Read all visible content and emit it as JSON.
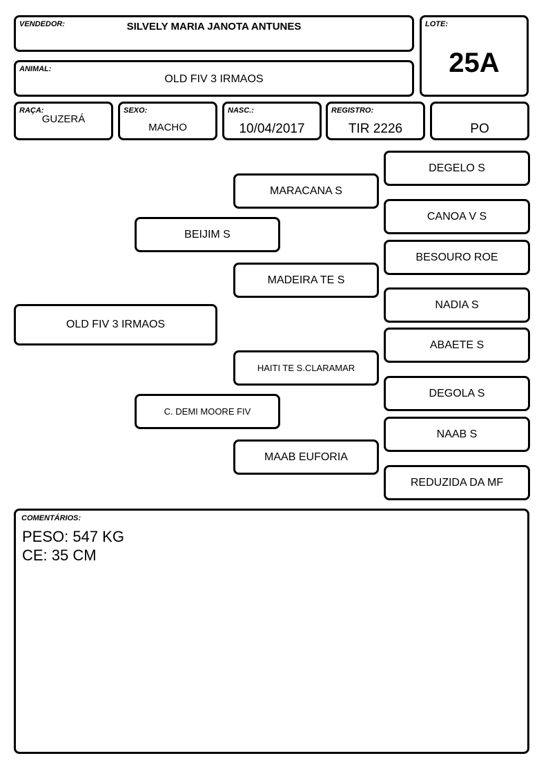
{
  "header": {
    "vendedor_label": "VENDEDOR:",
    "vendedor": "SILVELY MARIA JANOTA ANTUNES",
    "lote_label": "LOTE:",
    "lote": "25A",
    "animal_label": "ANIMAL:",
    "animal": "OLD FIV 3 IRMAOS"
  },
  "details": {
    "raca_label": "RAÇA:",
    "raca": "GUZERÁ",
    "sexo_label": "SEXO:",
    "sexo": "MACHO",
    "nasc_label": "NASC.:",
    "nasc": "10/04/2017",
    "registro_label": "REGISTRO:",
    "registro": "TIR 2226",
    "categoria": "PO"
  },
  "pedigree": {
    "animal": "OLD FIV 3 IRMAOS",
    "sire": "BEIJIM S",
    "dam": "C. DEMI MOORE FIV",
    "sire_sire": "MARACANA S",
    "sire_dam": "MADEIRA TE S",
    "dam_sire": "HAITI TE S.CLARAMAR",
    "dam_dam": "MAAB EUFORIA",
    "ggp": [
      "DEGELO S",
      "CANOA V S",
      "BESOURO ROE",
      "NADIA S",
      "ABAETE S",
      "DEGOLA S",
      "NAAB S",
      "REDUZIDA DA MF"
    ]
  },
  "comments": {
    "label": "COMENTÁRIOS:",
    "lines": [
      "PESO: 547 KG",
      "CE: 35 CM"
    ]
  }
}
